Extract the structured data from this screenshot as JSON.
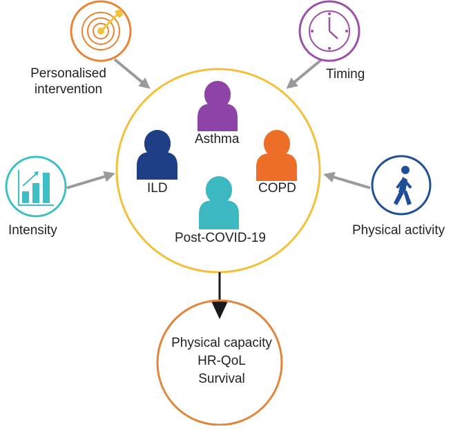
{
  "colors": {
    "ring": "#F3C03A",
    "outcome_ring": "#E0863A",
    "arrow": "#9a9a9a",
    "down_arrow": "#1a1a1a",
    "personalised": "#E98436",
    "target_center": "#F3C03A",
    "timing": "#9B4FA8",
    "intensity": "#3EBFC6",
    "physical_activity": "#1F4E96",
    "asthma": "#8E44A6",
    "copd": "#EE7028",
    "ild": "#1E3F86",
    "post_covid": "#3BB8C0",
    "text": "#222222"
  },
  "factors": {
    "personalised": {
      "line1": "Personalised",
      "line2": "intervention",
      "icon": "target-icon"
    },
    "timing": {
      "label": "Timing",
      "icon": "clock-icon"
    },
    "intensity": {
      "label": "Intensity",
      "icon": "bar-chart-icon"
    },
    "physical_activity": {
      "label": "Physical activity",
      "icon": "walking-person-icon"
    }
  },
  "diseases": {
    "asthma": "Asthma",
    "copd": "COPD",
    "ild": "ILD",
    "post_covid": "Post-COVID-19"
  },
  "outcomes": [
    "Physical capacity",
    "HR-QoL",
    "Survival"
  ]
}
